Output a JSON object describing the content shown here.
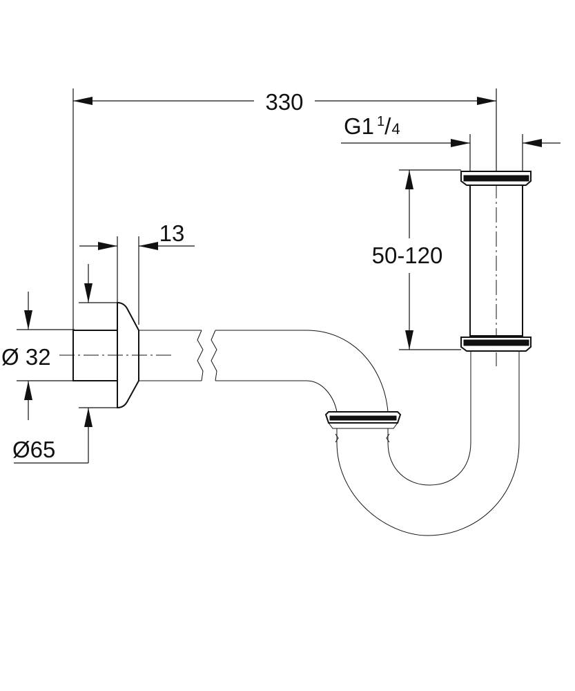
{
  "dimensions": {
    "overall_width": "330",
    "thread": "G1",
    "thread_sup": "1",
    "thread_frac": "/",
    "thread_sub": "4",
    "height_range": "50-120",
    "rosette_depth": "13",
    "pipe_diameter": "Ø 32",
    "rosette_diameter": "Ø65"
  }
}
